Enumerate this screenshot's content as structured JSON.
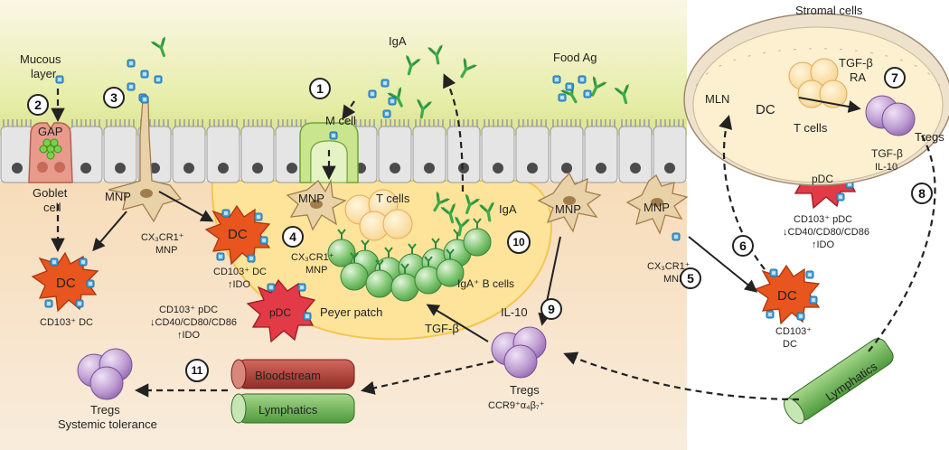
{
  "labels": {
    "mucous_layer": [
      "Mucous",
      "layer"
    ],
    "gap": "GAP",
    "goblet_cell": [
      "Goblet",
      "cell"
    ],
    "mnp": "MNP",
    "dc": "DC",
    "pdc": "pDC",
    "cd103_dc": "CD103⁺ DC",
    "cd103_dc_ido": [
      "CD103⁺ DC",
      "↑IDO"
    ],
    "cx3cr1_mnp": [
      "CX₃CR1⁺",
      "MNP"
    ],
    "m_cell": "M cell",
    "iga": "IgA",
    "t_cells": "T cells",
    "iga_b_cells": "IgA⁺ B cells",
    "peyer_patch": "Peyer patch",
    "pdc_block": [
      "CD103⁺ pDC",
      "↓CD40/CD80/CD86",
      "↑IDO"
    ],
    "food_ag": "Food Ag",
    "tgf_beta": "TGF-β",
    "il10": "IL-10",
    "tregs": "Tregs",
    "tregs_ccr9": "CCR9⁺α₄β₇⁺",
    "bloodstream": "Bloodstream",
    "lymphatics": "Lymphatics",
    "systemic_tolerance": [
      "Tregs",
      "Systemic tolerance"
    ],
    "stromal_cells": "Stromal cells",
    "mln": "MLN",
    "tgf_ra": [
      "TGF-β",
      "RA"
    ],
    "tregs_tgf_il10": [
      "TGF-β",
      "IL-10"
    ],
    "cd103_dc_short": [
      "CD103⁺",
      "DC"
    ]
  },
  "steps": [
    "1",
    "2",
    "3",
    "4",
    "5",
    "6",
    "7",
    "8",
    "9",
    "10",
    "11"
  ],
  "colors": {
    "lumen_top": "#fbf6e3",
    "lumen_green": "#dfe99a",
    "lamina": "#f6e2c6",
    "epithelium": "#e4e4e4",
    "nucleus": "#4b4b4b",
    "goblet": "#e6998a",
    "peyer": "#fde59a",
    "dc": "#e8551e",
    "pdc": "#e23a46",
    "mnp": "#e8d2a8",
    "b_cell": "#6fbf67",
    "treg": "#b491c8",
    "antibody": "#3eaa4b",
    "antigen": "#4ea6dd",
    "blood": "#b8433a",
    "lymph": "#7cb861"
  }
}
